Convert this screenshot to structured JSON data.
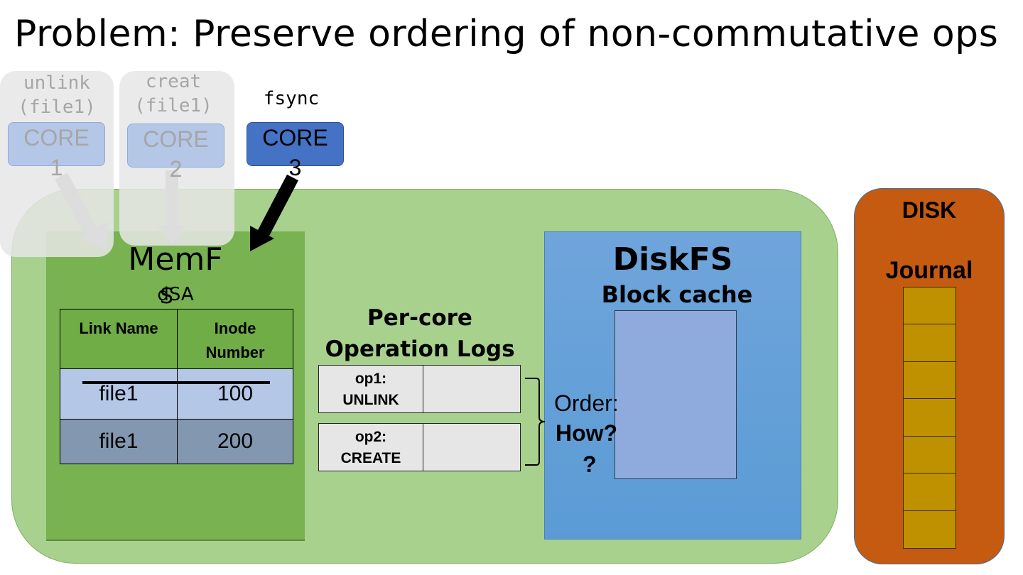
{
  "slide": {
    "title": "Problem: Preserve ordering of non-commutative ops"
  },
  "cores": [
    {
      "command": "unlink\n(file1)",
      "command_line1": "unlink",
      "command_line2": "(file1)",
      "label_line1": "CORE",
      "label_line2": "1",
      "state": "faded"
    },
    {
      "command": "creat\n(file1)",
      "command_line1": "creat",
      "command_line2": "(file1)",
      "label_line1": "CORE",
      "label_line2": "2",
      "state": "faded"
    },
    {
      "command": "fsync",
      "command_line1": "fsync",
      "label_line1": "CORE",
      "label_line2": "3",
      "state": "active"
    }
  ],
  "memfs": {
    "title": "MemF",
    "subtitle": "dSA",
    "subtitle_overlap": "S",
    "table": {
      "headers": [
        "Link Name",
        "Inode Number"
      ],
      "header_line1": [
        "Link Name",
        "Inode"
      ],
      "header_line2": [
        "",
        "Number"
      ],
      "rows": [
        {
          "link_name": "file1",
          "inode": "100",
          "struck_out": true
        },
        {
          "link_name": "file1",
          "inode": "200",
          "struck_out": false
        }
      ]
    }
  },
  "op_logs": {
    "title_line1": "Per-core",
    "title_line2": "Operation Logs",
    "entries": [
      {
        "id": "op1:",
        "op": "UNLINK"
      },
      {
        "id": "op2:",
        "op": "CREATE"
      }
    ],
    "order_label": "Order:",
    "order_question": "How?",
    "order_question2": "?"
  },
  "diskfs": {
    "title": "DiskFS",
    "block_cache_label": "Block cache"
  },
  "disk": {
    "title": "DISK",
    "journal_label": "Journal",
    "journal_block_count": 7
  },
  "colors": {
    "container_green": "#a9d18e",
    "memfs_green": "#70ad47",
    "diskfs_blue": "#5b9bd5",
    "core_active": "#4472c4",
    "core_faded": "#b4c7e7",
    "disk_orange": "#c55a11",
    "journal_block": "#bf9000"
  }
}
